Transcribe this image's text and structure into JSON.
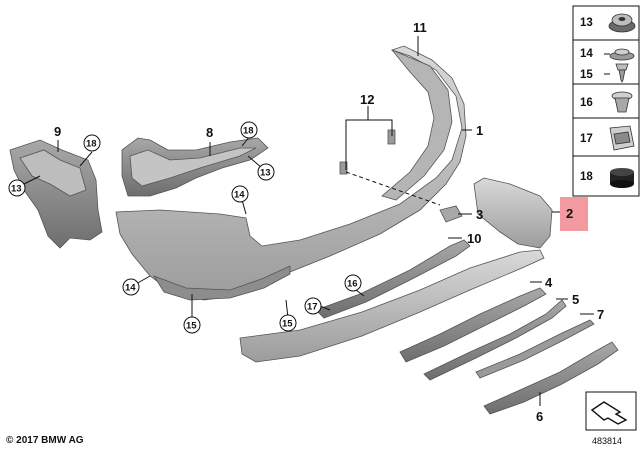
{
  "labels": {
    "l1": "1",
    "l2": "2",
    "l3": "3",
    "l4": "4",
    "l5": "5",
    "l6": "6",
    "l7": "7",
    "l8": "8",
    "l9": "9",
    "l10": "10",
    "l11": "11",
    "l12": "12"
  },
  "callouts": {
    "c13a": "13",
    "c13b": "13",
    "c14a": "14",
    "c14b": "14",
    "c15a": "15",
    "c15b": "15",
    "c16": "16",
    "c17": "17",
    "c18a": "18",
    "c18b": "18"
  },
  "panel": {
    "p13": "13",
    "p14": "14",
    "p15": "15",
    "p16": "16",
    "p17": "17",
    "p18": "18"
  },
  "highlight_color": "#f29aa0",
  "copyright": "© 2017 BMW AG",
  "diagram_number": "483814"
}
